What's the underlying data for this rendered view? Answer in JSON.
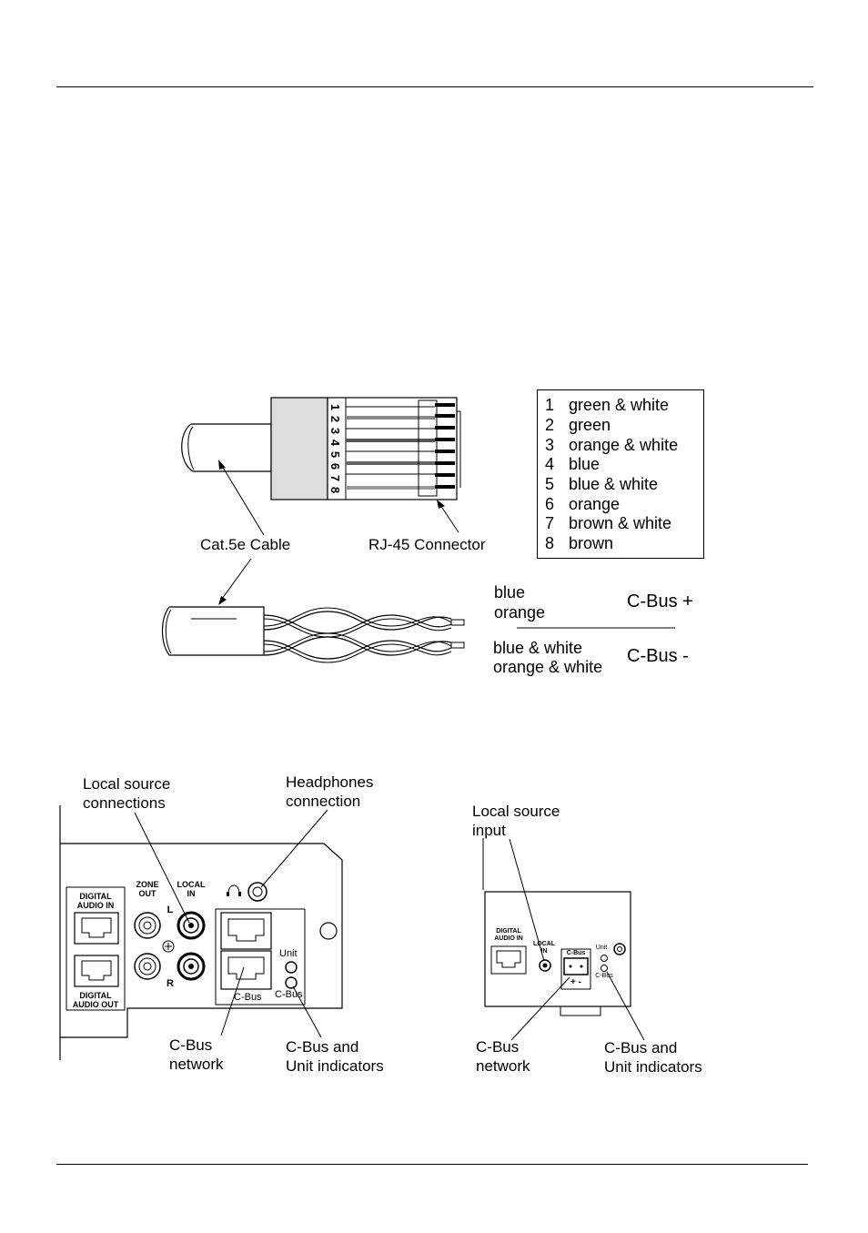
{
  "rj45_diagram": {
    "cable_label": "Cat.5e Cable",
    "connector_label": "RJ-45 Connector",
    "pin_digits": [
      "1",
      "2",
      "3",
      "4",
      "5",
      "6",
      "7",
      "8"
    ]
  },
  "pinout_legend": [
    {
      "num": "1",
      "color": "green & white"
    },
    {
      "num": "2",
      "color": "green"
    },
    {
      "num": "3",
      "color": "orange & white"
    },
    {
      "num": "4",
      "color": "blue"
    },
    {
      "num": "5",
      "color": "blue & white"
    },
    {
      "num": "6",
      "color": "orange"
    },
    {
      "num": "7",
      "color": "brown & white"
    },
    {
      "num": "8",
      "color": "brown"
    }
  ],
  "cbus_wiring": {
    "plus_wire_1": "blue",
    "plus_wire_2": "orange",
    "plus_label": "C-Bus +",
    "minus_wire_1": "blue & white",
    "minus_wire_2": "orange & white",
    "minus_label": "C-Bus -"
  },
  "panel_left": {
    "callout_local_source": "Local source\nconnections",
    "callout_headphones": "Headphones\nconnection",
    "callout_cbus_network": "C-Bus\nnetwork",
    "callout_indicators": "C-Bus and\nUnit indicators",
    "digital_audio_in": "DIGITAL\nAUDIO IN",
    "digital_audio_out": "DIGITAL\nAUDIO OUT",
    "zone_out": "ZONE\nOUT",
    "local_in": "LOCAL\nIN",
    "l": "L",
    "r": "R",
    "cbus": "C-Bus",
    "unit": "Unit",
    "cbus_led": "C-Bus"
  },
  "panel_right": {
    "callout_local_source": "Local source\ninput",
    "callout_cbus_network": "C-Bus\nnetwork",
    "callout_indicators": "C-Bus and\nUnit indicators",
    "digital_audio_in": "DIGITAL\nAUDIO IN",
    "local_in": "LOCAL\nIN",
    "cbus": "C-Bus",
    "plus_minus": "+ -",
    "unit": "Unit",
    "cbus_led": "C-Bus"
  }
}
